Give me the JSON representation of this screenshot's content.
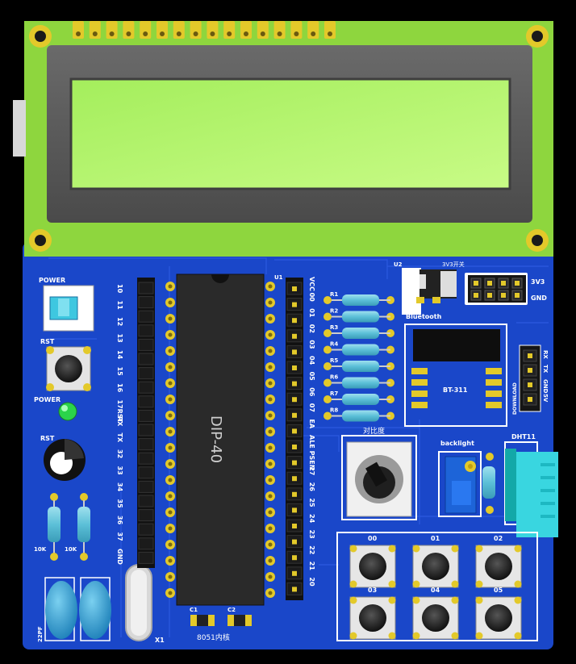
{
  "board": {
    "chip_label": "DIP-40",
    "core_label": "8051内核",
    "lcd_contrast_label": "对比度",
    "backlight_label": "backlight",
    "bluetooth_label": "Bluetooth",
    "bt_module_label": "BT-311",
    "u1_label": "U1",
    "u2_label": "U2",
    "v33_switch_label": "3V3开关",
    "v33_label": "3V3",
    "gnd_label": "GND",
    "dht_label": "DHT11",
    "download_label": "DOWNLOAD",
    "power_switch_label": "POWER",
    "rst_button_label": "RST",
    "power_led_label": "POWER",
    "rst_cap_label": "RST",
    "res_10k_a": "10K",
    "res_10k_b": "10K",
    "cap_22pf": "22PF",
    "crystal_label": "X1",
    "c1_label": "C1",
    "c2_label": "C2",
    "left_header_pins": [
      "10",
      "11",
      "12",
      "13",
      "14",
      "15",
      "16",
      "17RST",
      "RX",
      "TX",
      "32",
      "33",
      "34",
      "35",
      "36",
      "37",
      "GND"
    ],
    "right_header_pins": [
      "VCC",
      "00",
      "01",
      "02",
      "03",
      "04",
      "05",
      "06",
      "07",
      "EA",
      "ALE",
      "PSEN",
      "27",
      "26",
      "25",
      "24",
      "23",
      "22",
      "21",
      "20"
    ],
    "resistors": [
      "R1",
      "R2",
      "R3",
      "R4",
      "R5",
      "R6",
      "R7",
      "R8"
    ],
    "download_pins": [
      "RX",
      "TX",
      "GND",
      "5V"
    ],
    "buttons": [
      "00",
      "01",
      "02",
      "03",
      "04",
      "05"
    ]
  },
  "colors": {
    "pcb": "#1a47c9",
    "lcd_frame": "#8ed63e",
    "lcd_screen": "#b6f56a",
    "lcd_bezel": "#5a5a5a",
    "gold": "#e3c92a",
    "silkscreen": "#ffffff"
  }
}
